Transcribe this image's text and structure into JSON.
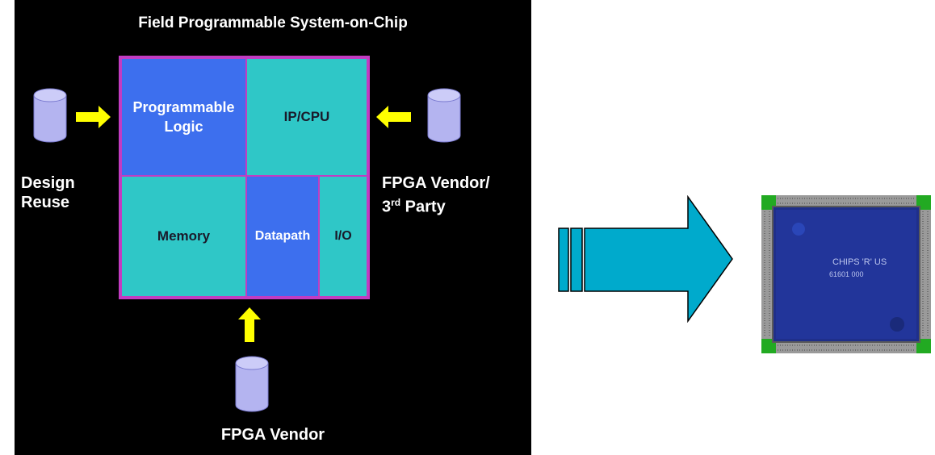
{
  "diagram": {
    "title": "Field Programmable System-on-Chip",
    "blocks": {
      "programmable_logic": "Programmable Logic",
      "ip_cpu": "IP/CPU",
      "memory": "Memory",
      "datapath": "Datapath",
      "io": "I/O"
    },
    "sources": {
      "design_reuse_line1": "Design",
      "design_reuse_line2": "Reuse",
      "fpga_vendor_3rd_line1": "FPGA Vendor/",
      "fpga_vendor_3rd_line2_prefix": "3",
      "fpga_vendor_3rd_line2_sup": "rd",
      "fpga_vendor_3rd_line2_suffix": " Party",
      "fpga_vendor": "FPGA Vendor"
    },
    "colors": {
      "background": "#000000",
      "logic_blue": "#3d6fee",
      "teal": "#2fc7c7",
      "border_magenta": "#c23cc2",
      "arrow_yellow": "#ffff00",
      "cylinder": "#b4b4f0",
      "big_arrow": "#00aacc"
    }
  },
  "chip_image": {
    "marking_line1": "CHIPS 'R' US",
    "marking_line2": "61601 000"
  }
}
